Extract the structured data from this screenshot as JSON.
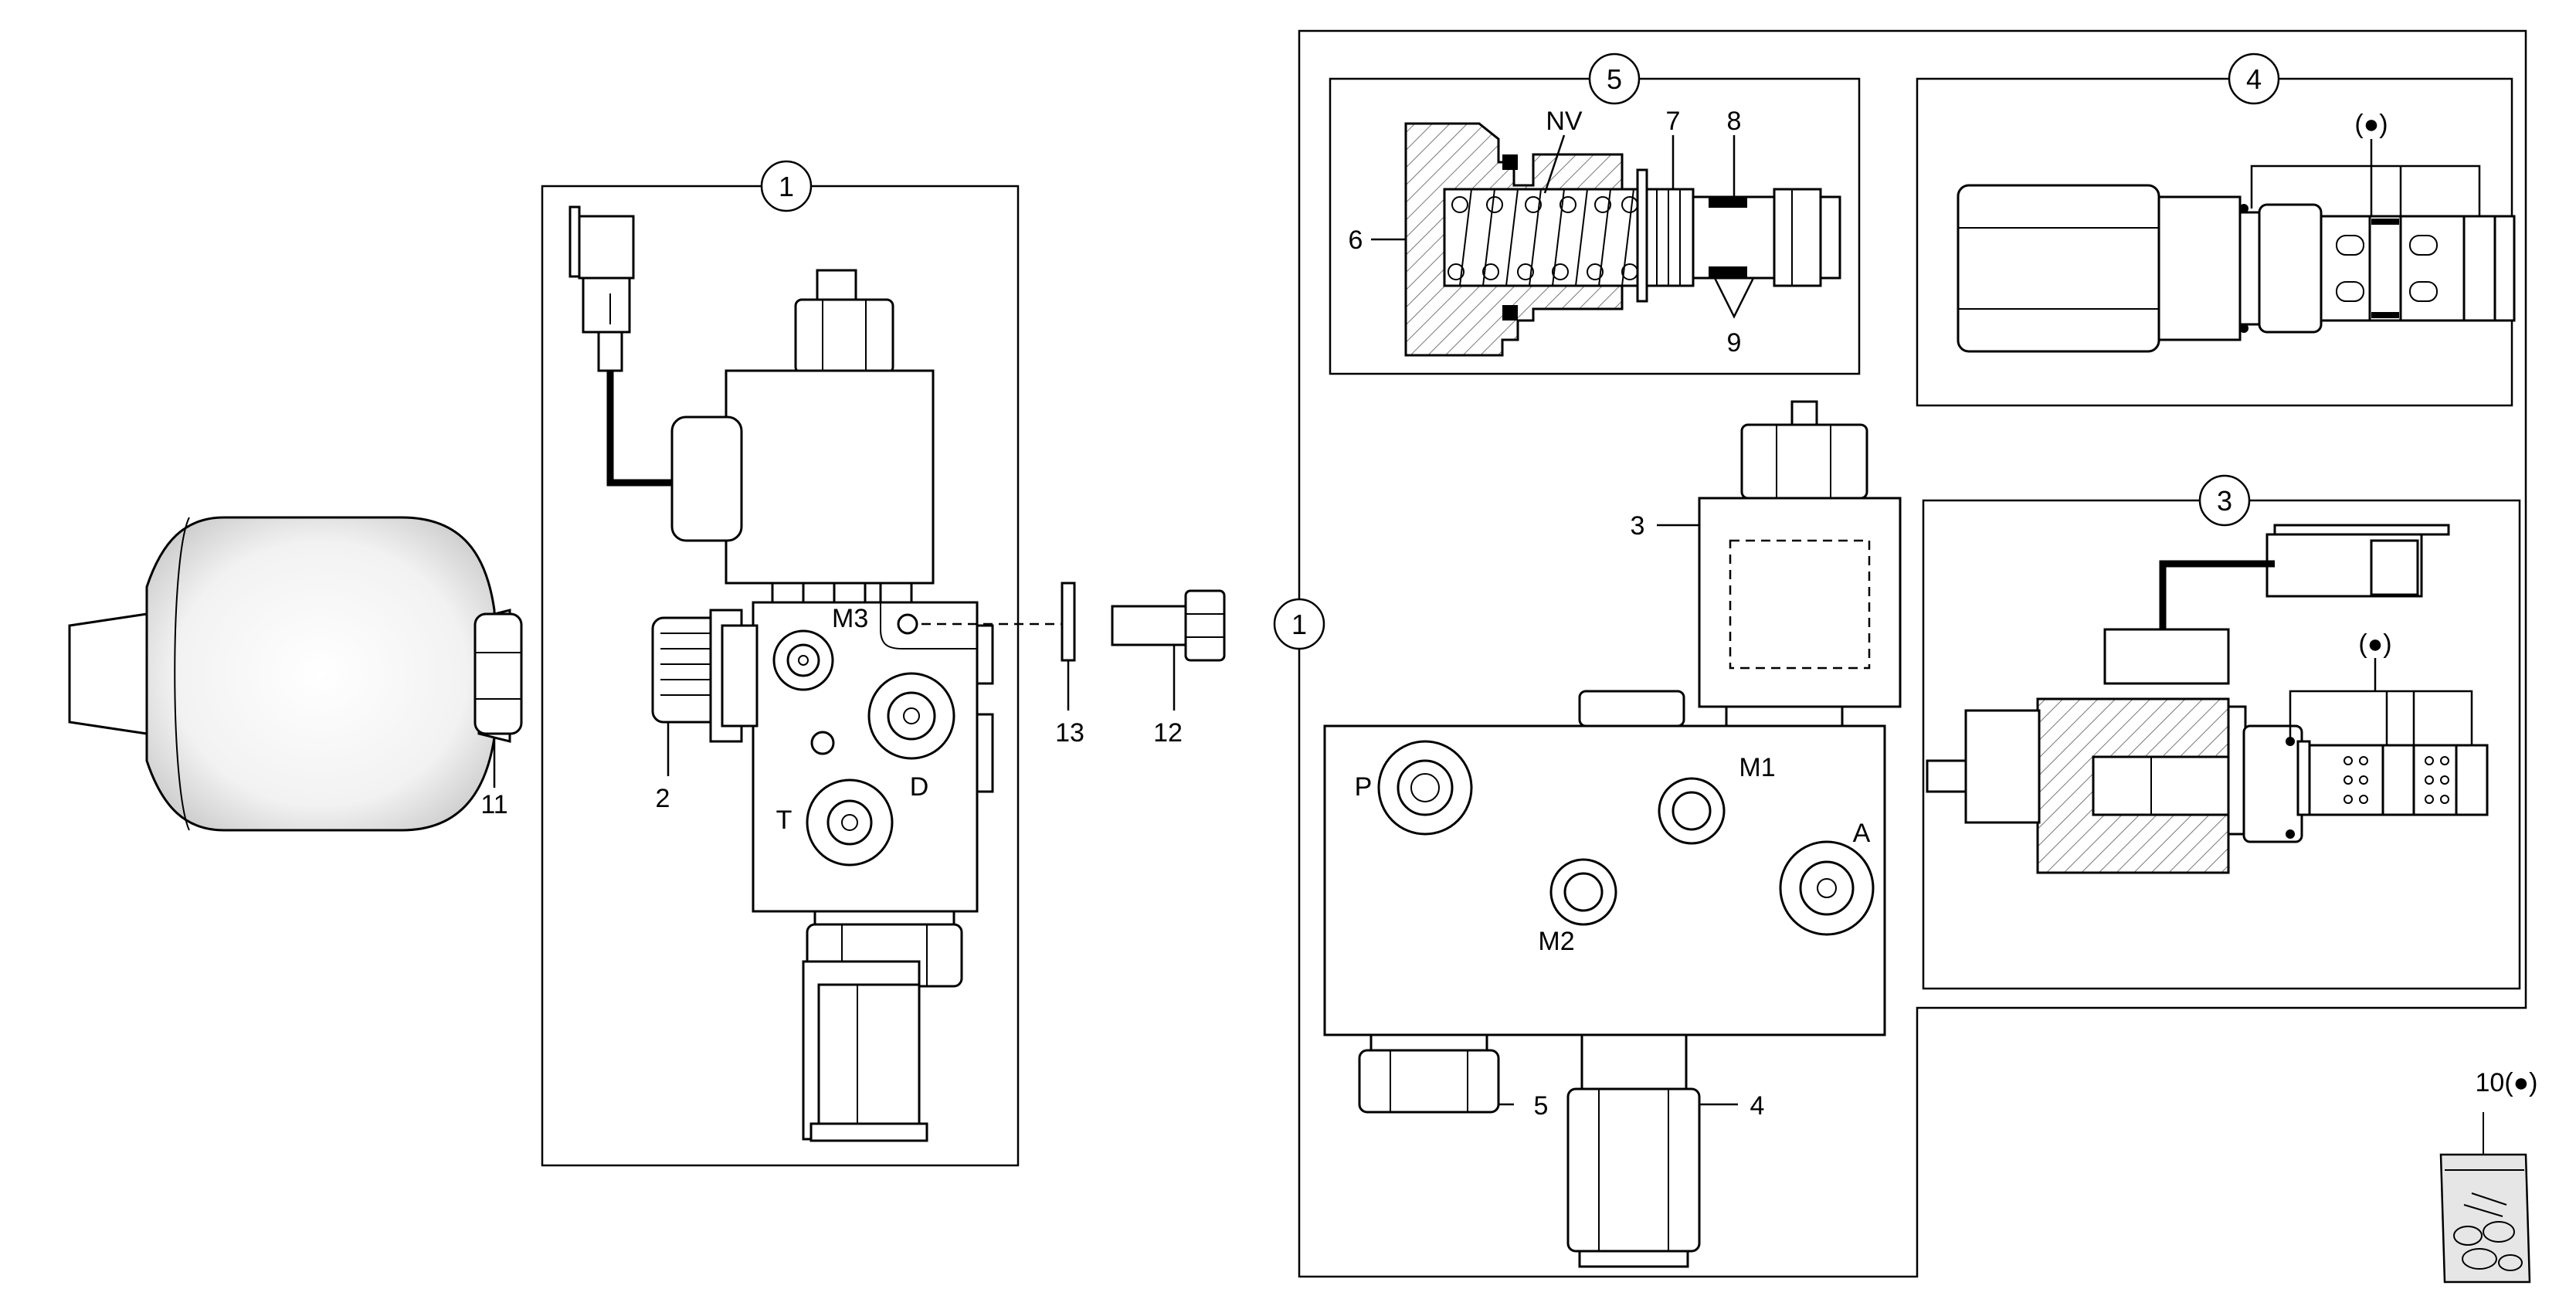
{
  "callouts": {
    "c1_left": "1",
    "c1_right": "1",
    "c5": "5",
    "c4": "4",
    "c3": "3"
  },
  "labels": {
    "p11": "11",
    "p2": "2",
    "p13": "13",
    "p12": "12",
    "m3": "M3",
    "d": "D",
    "t": "T",
    "nv": "NV",
    "p6": "6",
    "p7": "7",
    "p8": "8",
    "p9": "9",
    "bullet4": "(●)",
    "p3": "3",
    "bullet3": "(●)",
    "p": "P",
    "m1": "M1",
    "a": "A",
    "m2": "M2",
    "p5": "5",
    "p4": "4",
    "p10": "10(●)"
  }
}
